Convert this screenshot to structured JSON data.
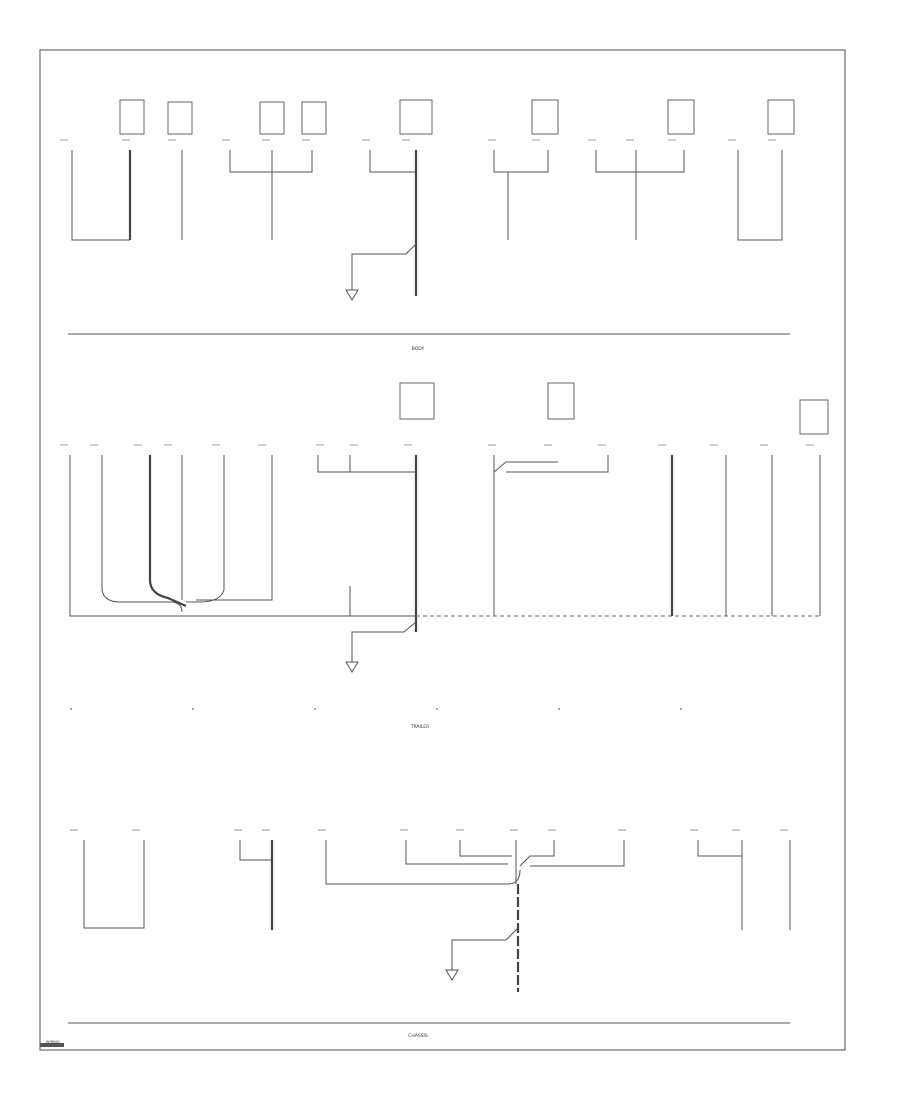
{
  "colors": {
    "wire": "#555555",
    "frame": "#777777",
    "text": "#333333"
  },
  "sections": {
    "top": "BODY",
    "middle": "TRAILER",
    "bottom": "CHASSIS"
  },
  "footer": {
    "page_ref": "WIRING"
  }
}
